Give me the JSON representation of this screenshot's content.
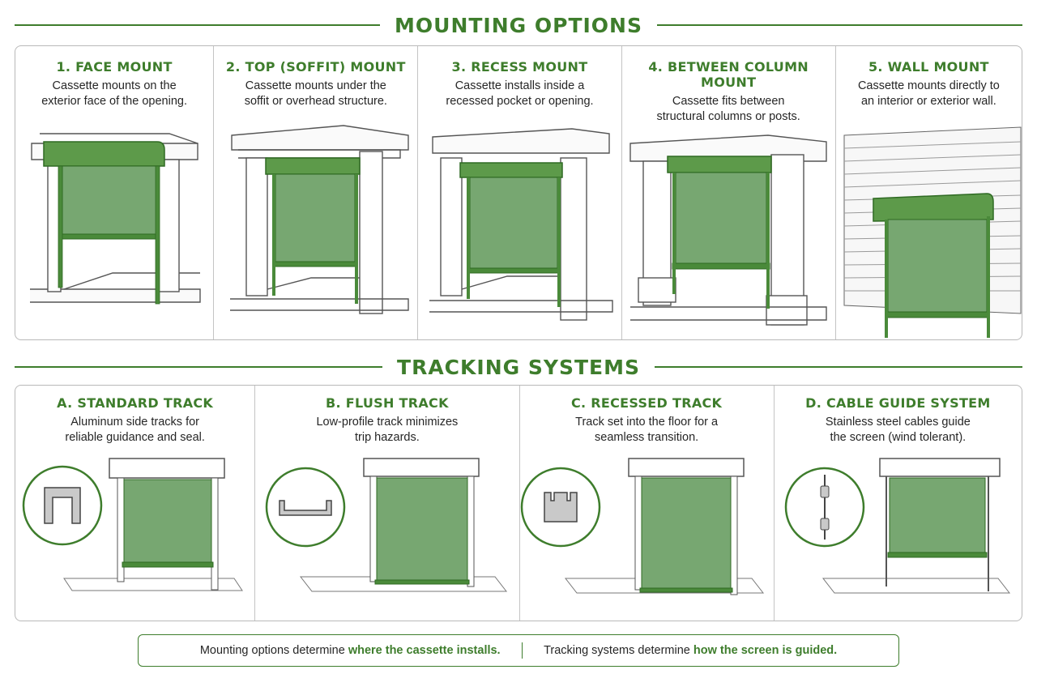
{
  "colors": {
    "accent": "#3e7d2c",
    "screen": "#77a771",
    "frame": "#4a8a3a",
    "line": "#555555"
  },
  "mounting": {
    "title": "MOUNTING OPTIONS",
    "items": [
      {
        "title": "1. FACE MOUNT",
        "desc1": "Cassette mounts on the",
        "desc2": "exterior face of the opening."
      },
      {
        "title": "2. TOP (SOFFIT) MOUNT",
        "desc1": "Cassette mounts under the",
        "desc2": "soffit or overhead structure."
      },
      {
        "title": "3. RECESS MOUNT",
        "desc1": "Cassette installs inside a",
        "desc2": "recessed pocket or opening."
      },
      {
        "title": "4. BETWEEN COLUMN MOUNT",
        "desc1": "Cassette fits between",
        "desc2": "structural columns or posts."
      },
      {
        "title": "5. WALL MOUNT",
        "desc1": "Cassette mounts directly to",
        "desc2": "an interior or exterior wall."
      }
    ]
  },
  "tracking": {
    "title": "TRACKING SYSTEMS",
    "items": [
      {
        "title": "A. STANDARD TRACK",
        "desc1": "Aluminum side tracks for",
        "desc2": "reliable guidance and seal."
      },
      {
        "title": "B. FLUSH TRACK",
        "desc1": "Low-profile track minimizes",
        "desc2": "trip hazards."
      },
      {
        "title": "C. RECESSED TRACK",
        "desc1": "Track set into the floor for a",
        "desc2": "seamless transition."
      },
      {
        "title": "D. CABLE GUIDE SYSTEM",
        "desc1": "Stainless steel cables guide",
        "desc2": "the screen (wind tolerant)."
      }
    ]
  },
  "footer": {
    "left_text": "Mounting options determine ",
    "left_emph": "where the cassette installs.",
    "right_text": "Tracking systems determine ",
    "right_emph": "how the screen is guided."
  }
}
